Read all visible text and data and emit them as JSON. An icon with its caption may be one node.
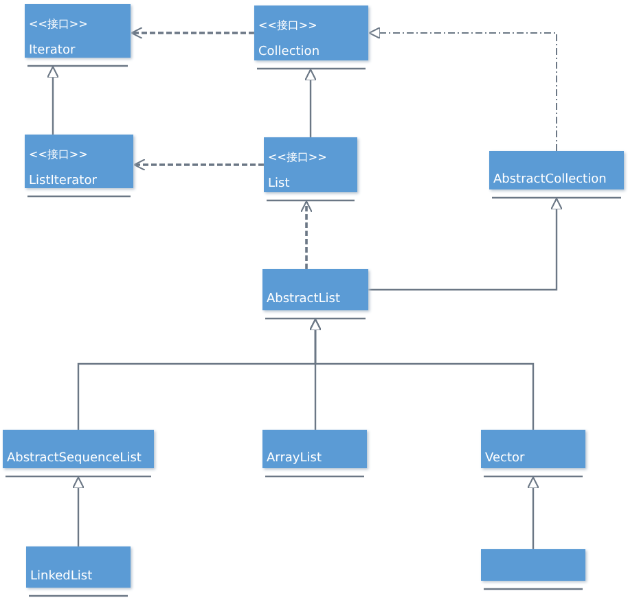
{
  "diagram": {
    "nodes": [
      {
        "text": [
          "<<接口>>",
          "Iterator"
        ]
      },
      {
        "text": [
          "<<接口>>",
          "Collection"
        ]
      },
      {
        "text": [
          "<<接口>>",
          "ListIterator"
        ]
      },
      {
        "text": [
          "<<接口>>",
          "List"
        ]
      },
      {
        "text": [
          "AbstractCollection"
        ]
      },
      {
        "text": [
          "AbstractList"
        ]
      },
      {
        "text": [
          "AbstractSequenceList"
        ]
      },
      {
        "text": [
          "ArrayList"
        ]
      },
      {
        "text": [
          "Vector"
        ]
      },
      {
        "text": [
          "LinkedList"
        ]
      },
      {
        "text": [],
        "shape": "box"
      }
    ],
    "edges": [
      {
        "from": 1,
        "to": 0,
        "arrow": "to",
        "style": "dashed"
      },
      {
        "from": 2,
        "to": 0,
        "arrow": "to"
      },
      {
        "from": 3,
        "to": 1,
        "arrow": "to"
      },
      {
        "from": 3,
        "to": 2,
        "arrow": "to",
        "style": "dashed"
      },
      {
        "from": 4,
        "to": 1,
        "arrow": "to",
        "style": "dashed"
      },
      {
        "from": 5,
        "to": 3,
        "arrow": "to",
        "style": "dashed"
      },
      {
        "from": 5,
        "to": 4,
        "arrow": "to"
      },
      {
        "from": 6,
        "to": 5,
        "arrow": "to"
      },
      {
        "from": 7,
        "to": 5,
        "arrow": "to"
      },
      {
        "from": 8,
        "to": 5,
        "arrow": "to"
      },
      {
        "from": 9,
        "to": 6,
        "arrow": "to"
      },
      {
        "from": 10,
        "to": 8,
        "arrow": "to"
      }
    ]
  }
}
